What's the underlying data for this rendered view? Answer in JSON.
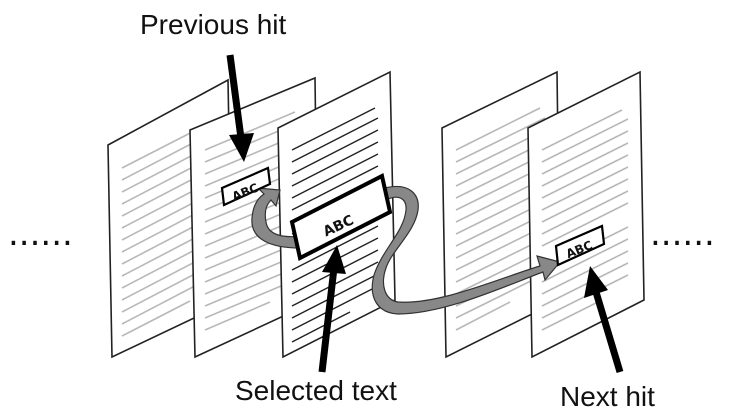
{
  "labels": {
    "previous_hit": "Previous hit",
    "selected_text": "Selected text",
    "next_hit": "Next hit"
  },
  "hit_box_text": "ABC",
  "ellipsis_left": "......",
  "ellipsis_right": "......",
  "colors": {
    "page_outline": "#222222",
    "text_line": "#b8b8b8",
    "arrow_fill": "#888888",
    "arrow_stroke": "#333333",
    "pointer": "#000000"
  }
}
